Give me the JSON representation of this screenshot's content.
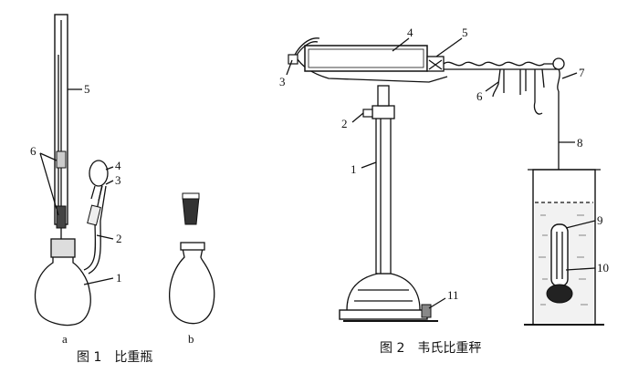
{
  "figure1": {
    "caption": "图 1　比重瓶",
    "sublabel_a": "a",
    "sublabel_b": "b",
    "labels": [
      "1",
      "2",
      "3",
      "4",
      "5",
      "6"
    ]
  },
  "figure2": {
    "caption": "图 2　韦氏比重秤",
    "labels": [
      "1",
      "2",
      "3",
      "4",
      "5",
      "6",
      "7",
      "8",
      "9",
      "10",
      "11"
    ]
  }
}
